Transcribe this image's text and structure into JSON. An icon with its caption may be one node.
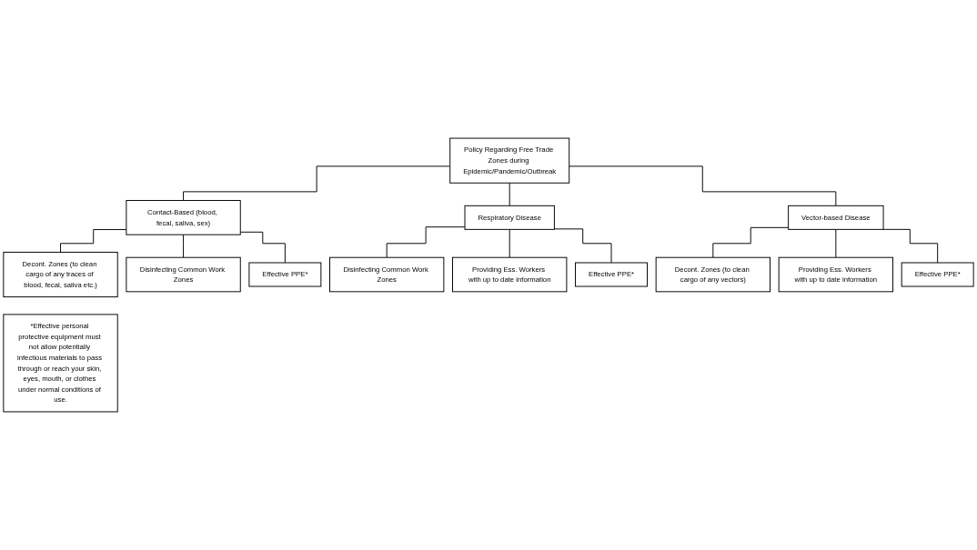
{
  "diagram": {
    "nodes": [
      {
        "text": [
          "Policy Regarding Free Trade Zones during Epidemic/Pandemic/Outbreak"
        ]
      },
      {
        "text": [
          "Contact-Based (blood, fecal, saliva, sex)"
        ]
      },
      {
        "text": [
          "Respiratory Disease"
        ]
      },
      {
        "text": [
          "Vector-based Disease"
        ]
      },
      {
        "text": [
          "Decont. Zones (to clean cargo of any traces of blood, fecal, saliva etc.)"
        ]
      },
      {
        "text": [
          "Disinfecting Common Work Zones"
        ]
      },
      {
        "text": [
          "Effective PPE*"
        ]
      },
      {
        "text": [
          "Disinfecting Common Work Zones"
        ]
      },
      {
        "text": [
          "Providing Ess. Workers with up to date information"
        ]
      },
      {
        "text": [
          "Effective PPE*"
        ]
      },
      {
        "text": [
          "Decont. Zones (to clean cargo of any vectors)"
        ]
      },
      {
        "text": [
          "Providing Ess. Workers with up to date information"
        ]
      },
      {
        "text": [
          "Effective PPE*"
        ]
      },
      {
        "text": [
          "*Effective personal protective equipment must not allow potentially infectious materials to pass through or reach your skin, eyes, mouth, or clothes under normal conditions of use."
        ]
      }
    ],
    "edges": [
      {
        "from": 0,
        "to": 1,
        "arrow": "none"
      },
      {
        "from": 0,
        "to": 2,
        "arrow": "none"
      },
      {
        "from": 0,
        "to": 3,
        "arrow": "none"
      },
      {
        "from": 1,
        "to": 4,
        "arrow": "none"
      },
      {
        "from": 1,
        "to": 5,
        "arrow": "none"
      },
      {
        "from": 1,
        "to": 6,
        "arrow": "none"
      },
      {
        "from": 2,
        "to": 7,
        "arrow": "none"
      },
      {
        "from": 2,
        "to": 8,
        "arrow": "none"
      },
      {
        "from": 2,
        "to": 9,
        "arrow": "none"
      },
      {
        "from": 3,
        "to": 10,
        "arrow": "none"
      },
      {
        "from": 3,
        "to": 11,
        "arrow": "none"
      },
      {
        "from": 3,
        "to": 12,
        "arrow": "none"
      }
    ]
  }
}
